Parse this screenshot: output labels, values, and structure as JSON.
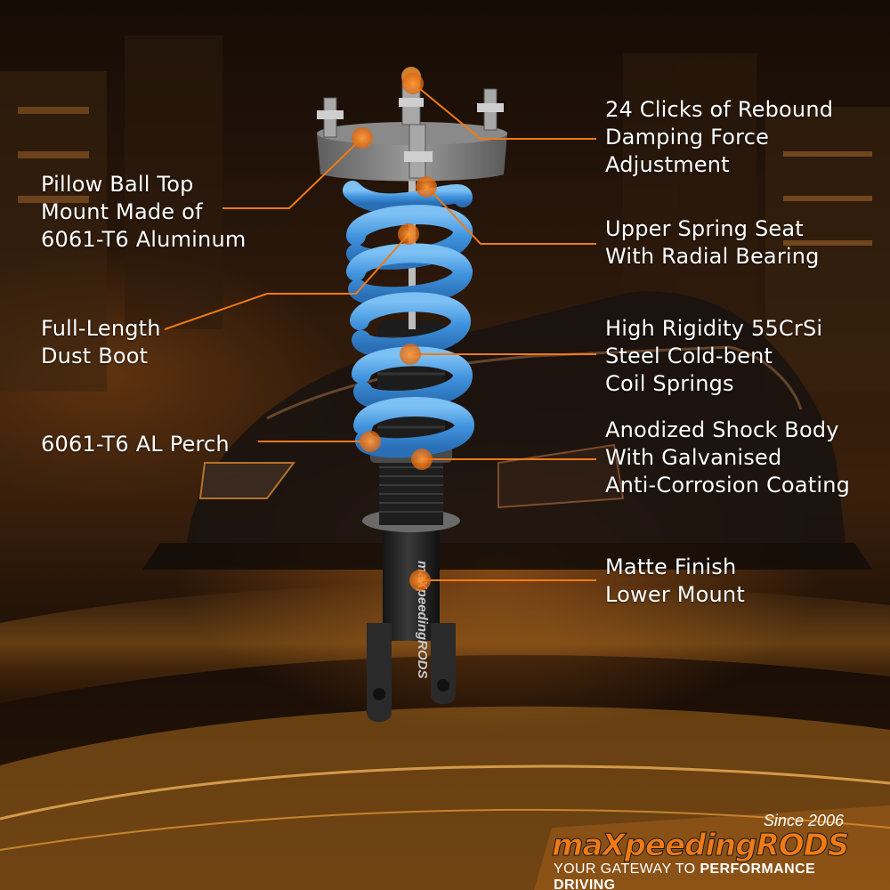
{
  "callouts": [
    {
      "id": "rebound-adjustment",
      "text": "24 Clicks of Rebound\nDamping Force\nAdjustment"
    },
    {
      "id": "pillow-ball-mount",
      "text": "Pillow Ball Top\nMount Made of\n6061-T6 Aluminum"
    },
    {
      "id": "upper-spring-seat",
      "text": "Upper Spring Seat\nWith Radial Bearing"
    },
    {
      "id": "dust-boot",
      "text": "Full-Length\nDust Boot"
    },
    {
      "id": "coil-springs",
      "text": "High Rigidity 55CrSi\nSteel Cold-bent\nCoil Springs"
    },
    {
      "id": "al-perch",
      "text": "6061-T6 AL Perch"
    },
    {
      "id": "shock-body",
      "text": "Anodized Shock Body\nWith Galvanised\nAnti-Corrosion Coating"
    },
    {
      "id": "lower-mount",
      "text": "Matte Finish\nLower Mount"
    }
  ],
  "brand": {
    "since": "Since 2006",
    "logo": "maXpeedingRODS",
    "tagline_plain": "YOUR GATEWAY TO ",
    "tagline_bold": "PERFORMANCE DRIVING",
    "body_print": "maXpeedingRODS"
  },
  "colors": {
    "accent_orange": "#f07a16",
    "spring_blue": "#4a9fe6",
    "text": "#ffffff"
  }
}
